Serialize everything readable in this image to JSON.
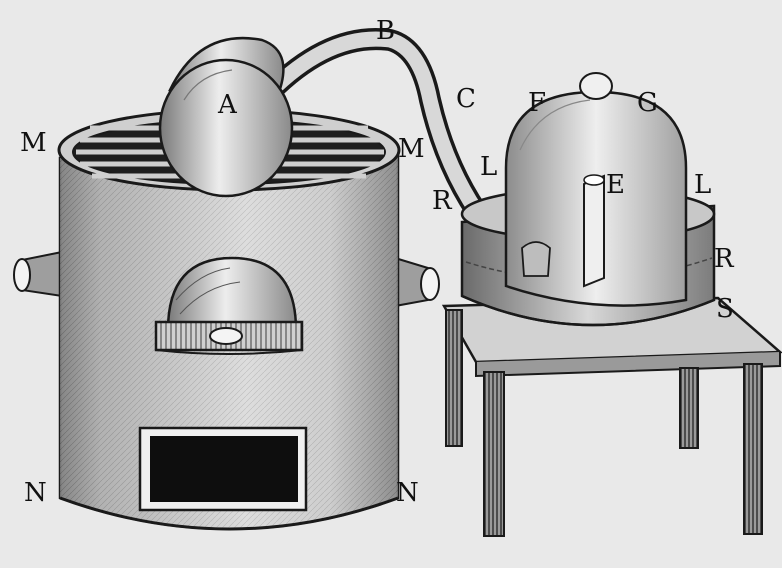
{
  "figure": {
    "ink_color": "#1a1a1a",
    "paper_color": "#e9e9e9",
    "labels": {
      "A": "A",
      "B": "B",
      "C": "C",
      "F": "F",
      "G": "G",
      "M_left": "M",
      "M_right": "M",
      "L_left": "L",
      "L_right": "L",
      "E": "E",
      "R_left": "R",
      "R_right": "R",
      "S": "S",
      "N_left": "N",
      "N_right": "N"
    }
  }
}
